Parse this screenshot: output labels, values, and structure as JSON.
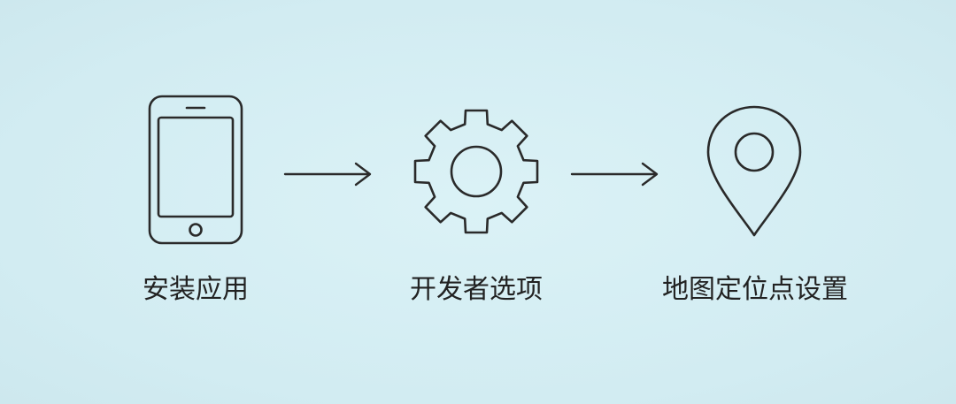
{
  "steps": [
    {
      "icon": "smartphone-icon",
      "label": "安装应用"
    },
    {
      "icon": "gear-icon",
      "label": "开发者选项"
    },
    {
      "icon": "map-pin-icon",
      "label": "地图定位点设置"
    }
  ],
  "arrows": [
    "arrow-right-icon",
    "arrow-right-icon"
  ],
  "colors": {
    "background": "#d4eef3",
    "stroke": "#2a2a2a",
    "text": "#222222"
  }
}
